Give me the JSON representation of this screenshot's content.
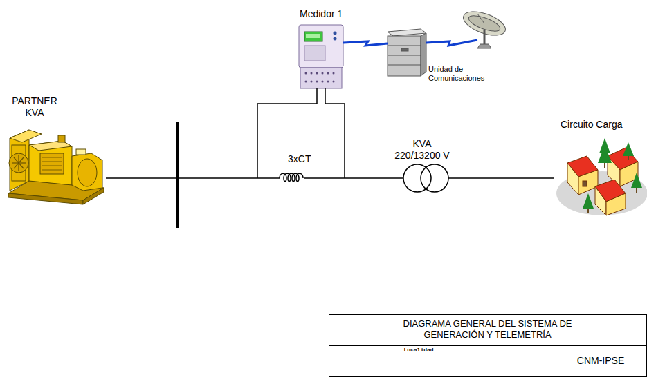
{
  "diagram": {
    "title": "DIAGRAMA GENERAL DEL SISTEMA DE GENERACIÓN Y TELEMETRÍA",
    "nodes": [
      {
        "text": [
          "PARTNER KVA"
        ]
      },
      {
        "text": [
          "Medidor 1"
        ]
      },
      {
        "text": [
          "Unidad de Comunicaciones"
        ]
      },
      {
        "text": [
          "3xCT"
        ]
      },
      {
        "text": [
          "KVA 220/13200 V"
        ]
      },
      {
        "text": [
          "Circuito Carga"
        ]
      }
    ],
    "edges": [
      {
        "from": 0,
        "to": 3,
        "arrow": "none"
      },
      {
        "from": 3,
        "to": 4,
        "arrow": "none"
      },
      {
        "from": 4,
        "to": 5,
        "arrow": "none"
      },
      {
        "from": 1,
        "to": 3,
        "arrow": "none"
      },
      {
        "from": 1,
        "to": 3,
        "arrow": "none"
      },
      {
        "from": 1,
        "to": 2,
        "arrow": "none"
      }
    ],
    "labels": [
      "Localidad",
      "CNM-IPSE"
    ]
  }
}
